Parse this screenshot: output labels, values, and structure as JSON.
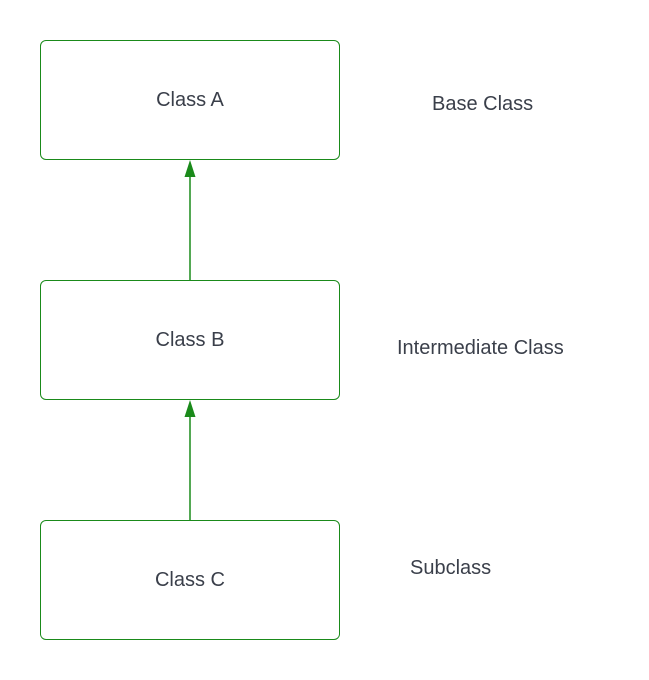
{
  "diagram": {
    "classes": [
      {
        "name": "Class A",
        "role": "Base Class"
      },
      {
        "name": "Class B",
        "role": "Intermediate Class"
      },
      {
        "name": "Class C",
        "role": "Subclass"
      }
    ],
    "colors": {
      "box_border": "#1a8a1a",
      "arrow": "#1a8a1a",
      "text": "#3a3f4a",
      "background": "#ffffff"
    }
  }
}
